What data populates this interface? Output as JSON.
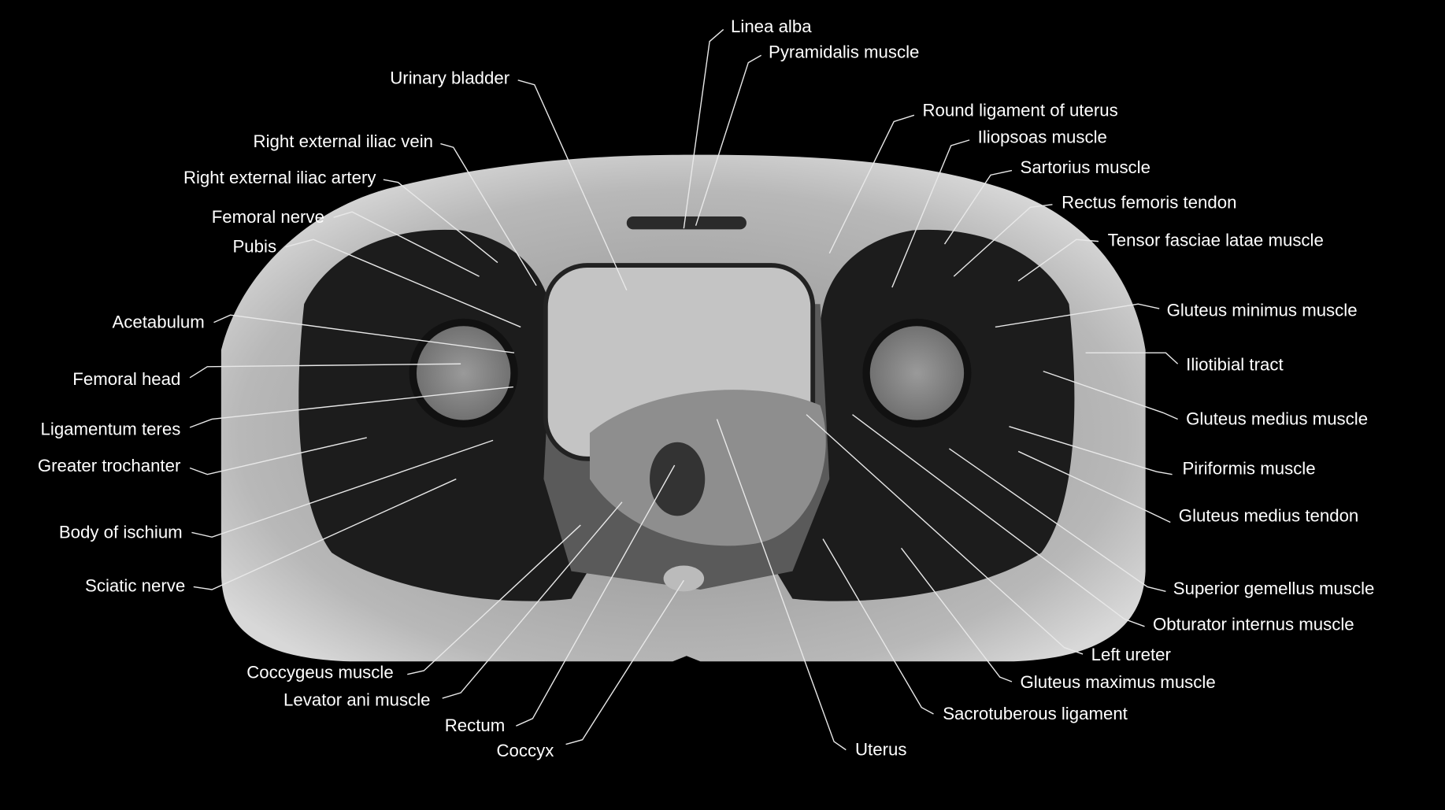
{
  "labels": {
    "urinary_bladder": "Urinary bladder",
    "right_external_iliac_vein": "Right external iliac vein",
    "right_external_iliac_artery": "Right external iliac artery",
    "femoral_nerve": "Femoral nerve",
    "pubis": "Pubis",
    "acetabulum": "Acetabulum",
    "femoral_head": "Femoral head",
    "ligamentum_teres": "Ligamentum teres",
    "greater_trochanter": "Greater trochanter",
    "body_of_ischium": "Body of ischium",
    "sciatic_nerve": "Sciatic nerve",
    "coccygeus_muscle": "Coccygeus muscle",
    "levator_ani_muscle": "Levator ani muscle",
    "rectum": "Rectum",
    "coccyx": "Coccyx",
    "linea_alba": "Linea alba",
    "pyramidalis_muscle": "Pyramidalis muscle",
    "round_ligament_of_uterus": "Round ligament of uterus",
    "iliopsoas_muscle": "Iliopsoas muscle",
    "sartorius_muscle": "Sartorius muscle",
    "rectus_femoris_tendon": "Rectus femoris tendon",
    "tensor_fasciae_latae_muscle": "Tensor fasciae latae muscle",
    "gluteus_minimus_muscle": "Gluteus minimus muscle",
    "iliotibial_tract": "Iliotibial tract",
    "gluteus_medius_muscle": "Gluteus medius muscle",
    "piriformis_muscle": "Piriformis muscle",
    "gluteus_medius_tendon": "Gluteus medius tendon",
    "superior_gemellus_muscle": "Superior gemellus muscle",
    "obturator_internus_muscle": "Obturator internus muscle",
    "left_ureter": "Left ureter",
    "gluteus_maximus_muscle": "Gluteus maximus muscle",
    "sacrotuberous_ligament": "Sacrotuberous ligament",
    "uterus": "Uterus"
  },
  "colors": {
    "background": "#000000",
    "label_text": "#ffffff",
    "leader_line": "#e8e8e8"
  }
}
